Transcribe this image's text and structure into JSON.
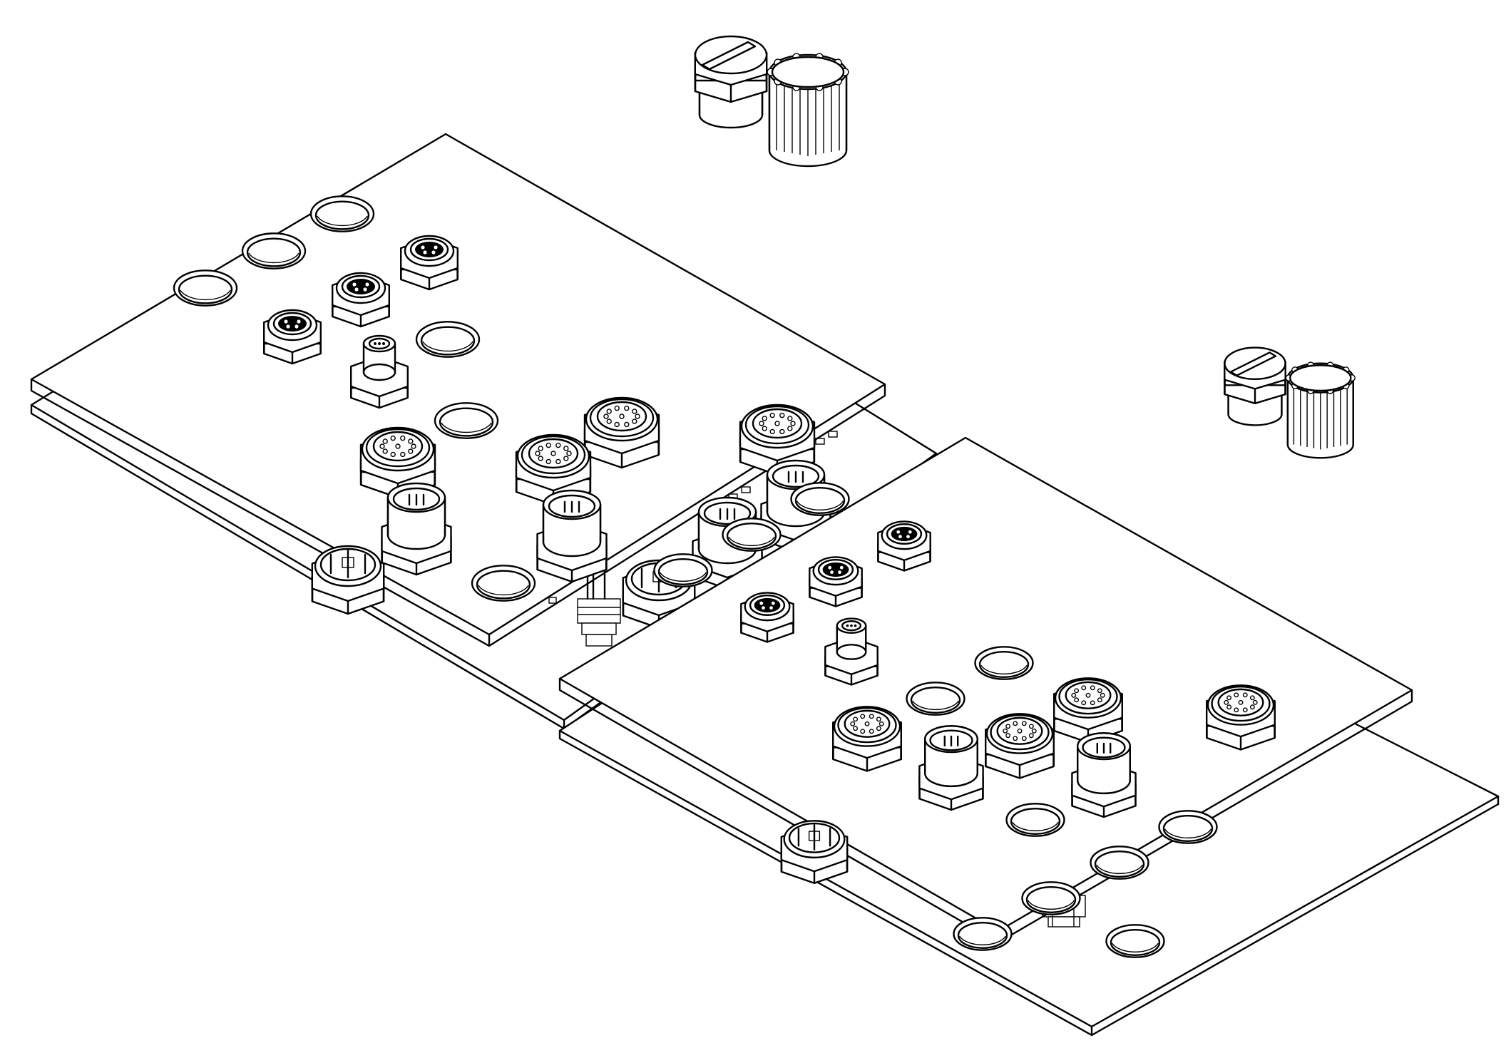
{
  "drawing": {
    "style": "isometric technical line drawing",
    "stroke_color": "#000000",
    "background_color": "#ffffff"
  },
  "assemblies": [
    {
      "name": "left-panel-assembly",
      "connectors": [
        {
          "type": "m12-4pin",
          "row": 0,
          "col": 1
        },
        {
          "type": "m12-4pin",
          "row": 1,
          "col": 1
        },
        {
          "type": "m12-4pin",
          "row": 2,
          "col": 1
        },
        {
          "type": "m8-male",
          "row": 2,
          "col": 2
        },
        {
          "type": "m16-multipin",
          "row": 0,
          "col": 5
        },
        {
          "type": "m16-multipin",
          "row": 1,
          "col": 4
        },
        {
          "type": "m16-multipin",
          "row": 2,
          "col": 4
        },
        {
          "type": "m16-multipin",
          "row": 3,
          "col": 3
        },
        {
          "type": "male-barrel",
          "row": 1,
          "col": 6
        },
        {
          "type": "male-barrel",
          "row": 2,
          "col": 6
        },
        {
          "type": "male-barrel",
          "row": 3,
          "col": 5
        },
        {
          "type": "male-barrel",
          "row": 4,
          "col": 4
        },
        {
          "type": "power-open",
          "row": 2,
          "col": 7
        },
        {
          "type": "power-open",
          "row": 3,
          "col": 6
        },
        {
          "type": "power-open",
          "row": 5,
          "col": 4
        }
      ],
      "empty_holes": 6
    },
    {
      "name": "right-panel-assembly",
      "connectors": [
        {
          "type": "m12-4pin",
          "row": 0,
          "col": 1
        },
        {
          "type": "m12-4pin",
          "row": 1,
          "col": 1
        },
        {
          "type": "m12-4pin",
          "row": 2,
          "col": 1
        },
        {
          "type": "m8-male",
          "row": 2,
          "col": 2
        },
        {
          "type": "m16-multipin",
          "row": 0,
          "col": 5
        },
        {
          "type": "m16-multipin",
          "row": 1,
          "col": 4
        },
        {
          "type": "m16-multipin",
          "row": 2,
          "col": 4
        },
        {
          "type": "m16-multipin",
          "row": 3,
          "col": 3
        },
        {
          "type": "male-barrel",
          "row": 2,
          "col": 5
        },
        {
          "type": "male-barrel",
          "row": 3,
          "col": 4
        },
        {
          "type": "power-open",
          "row": 5,
          "col": 4
        }
      ],
      "empty_holes": 11
    }
  ],
  "caps": [
    {
      "name": "dust-cap-pair-top"
    },
    {
      "name": "dust-cap-pair-right"
    }
  ],
  "visible_text": []
}
